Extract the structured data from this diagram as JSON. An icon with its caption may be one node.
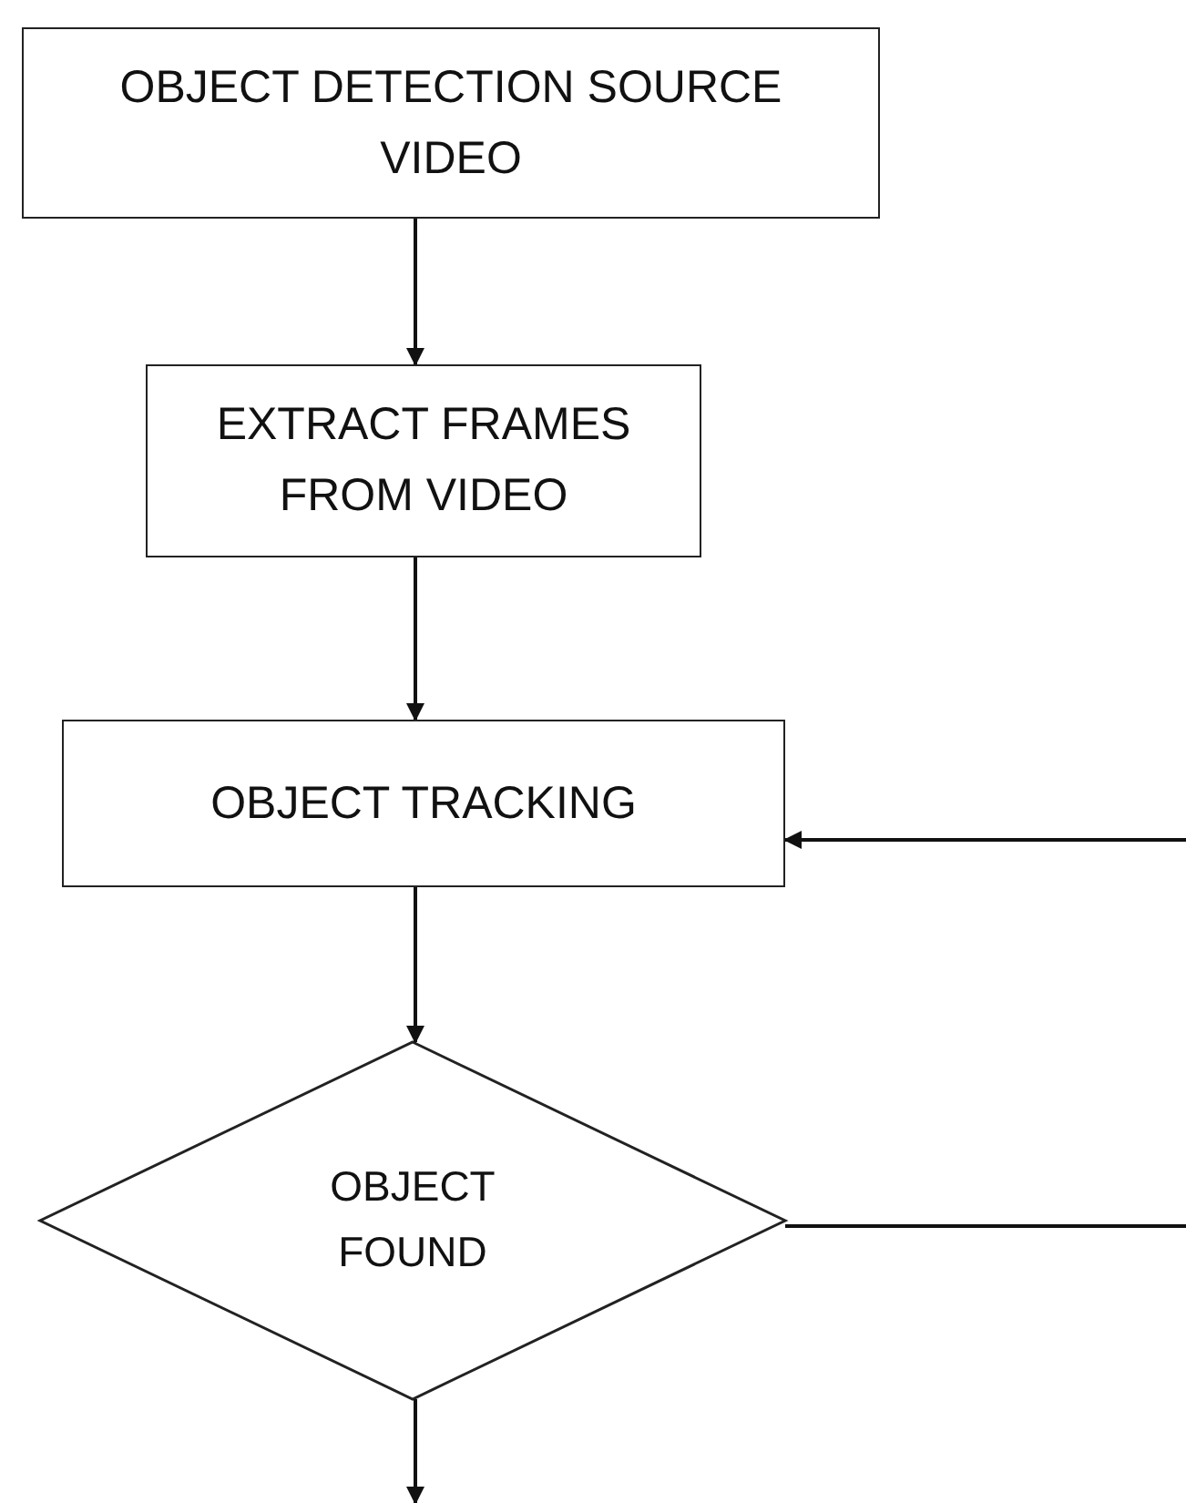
{
  "diagram": {
    "nodes": [
      {
        "text": [
          "OBJECT DETECTION SOURCE VIDEO"
        ]
      },
      {
        "text": [
          "EXTRACT FRAMES FROM VIDEO"
        ]
      },
      {
        "text": [
          "OBJECT TRACKING"
        ]
      },
      {
        "text": [
          "OBJECT FOUND"
        ]
      }
    ],
    "edges": [
      {
        "from": 0,
        "to": 1,
        "arrow": "to"
      },
      {
        "from": 1,
        "to": 2,
        "arrow": "to"
      },
      {
        "from": 2,
        "to": 3,
        "arrow": "to"
      },
      {
        "from": 3,
        "to": 2,
        "arrow": "to"
      },
      {
        "from": 3,
        "to": null,
        "arrow": "to"
      }
    ]
  }
}
